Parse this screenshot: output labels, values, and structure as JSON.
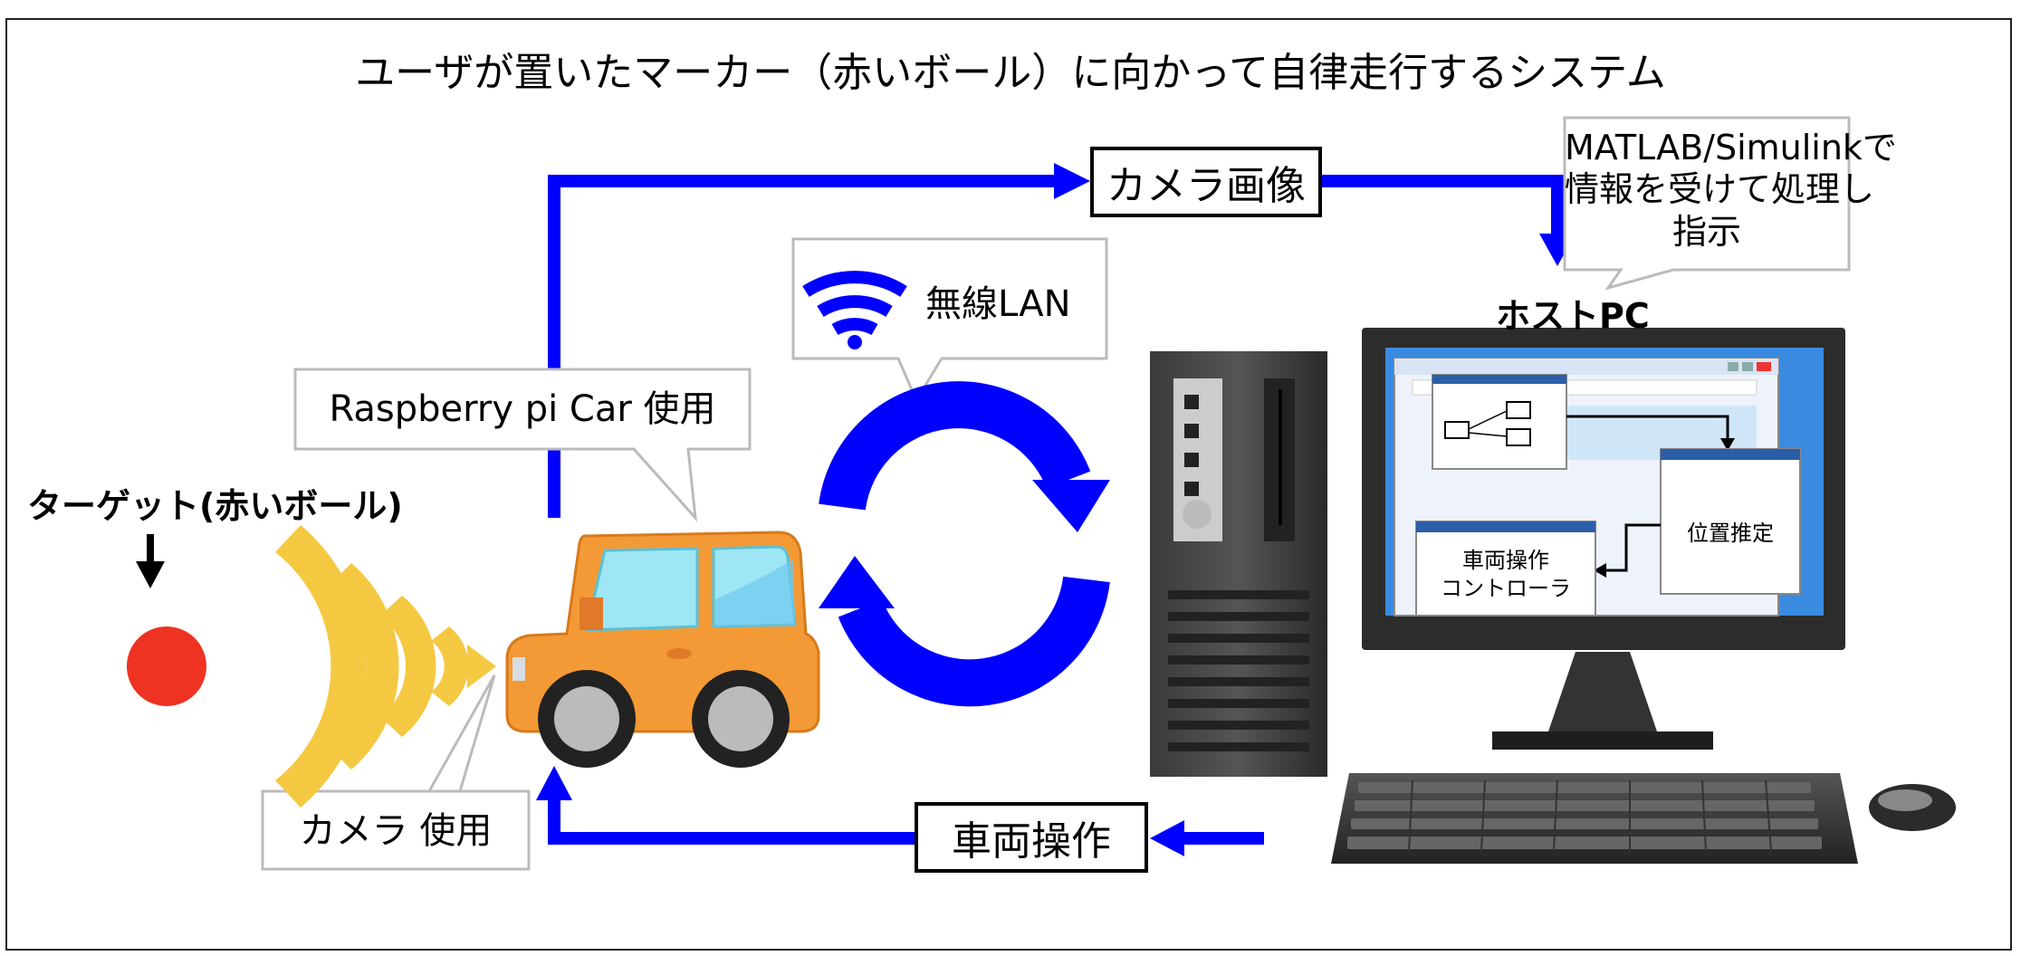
{
  "title": "ユーザが置いたマーカー（赤いボール）に向かって自律走行するシステム",
  "labels": {
    "camera_image": "カメラ画像",
    "vehicle_operation": "車両操作",
    "wireless_lan": "無線LAN",
    "raspberry_car": "Raspberry pi Car 使用",
    "camera_use": "カメラ 使用",
    "target": "ターゲット(赤いボール)",
    "host_pc": "ホストPC",
    "matlab_note": [
      "MATLAB/Simulinkで",
      "情報を受けて処理し",
      "指示"
    ],
    "screen_position": "位置推定",
    "screen_controller": [
      "車両操作",
      "コントローラ"
    ]
  },
  "colors": {
    "flow_arrow": "#0000ff",
    "ball": "#ee3322",
    "car_body": "#f39a36",
    "wifi": "#0000ff",
    "camera_waves": "#f5c842"
  },
  "icons": [
    "red-ball-icon",
    "camera-waves-icon",
    "car-icon",
    "wifi-icon",
    "sync-arrows-icon",
    "pc-tower-icon",
    "monitor-icon",
    "keyboard-icon",
    "mouse-icon"
  ]
}
